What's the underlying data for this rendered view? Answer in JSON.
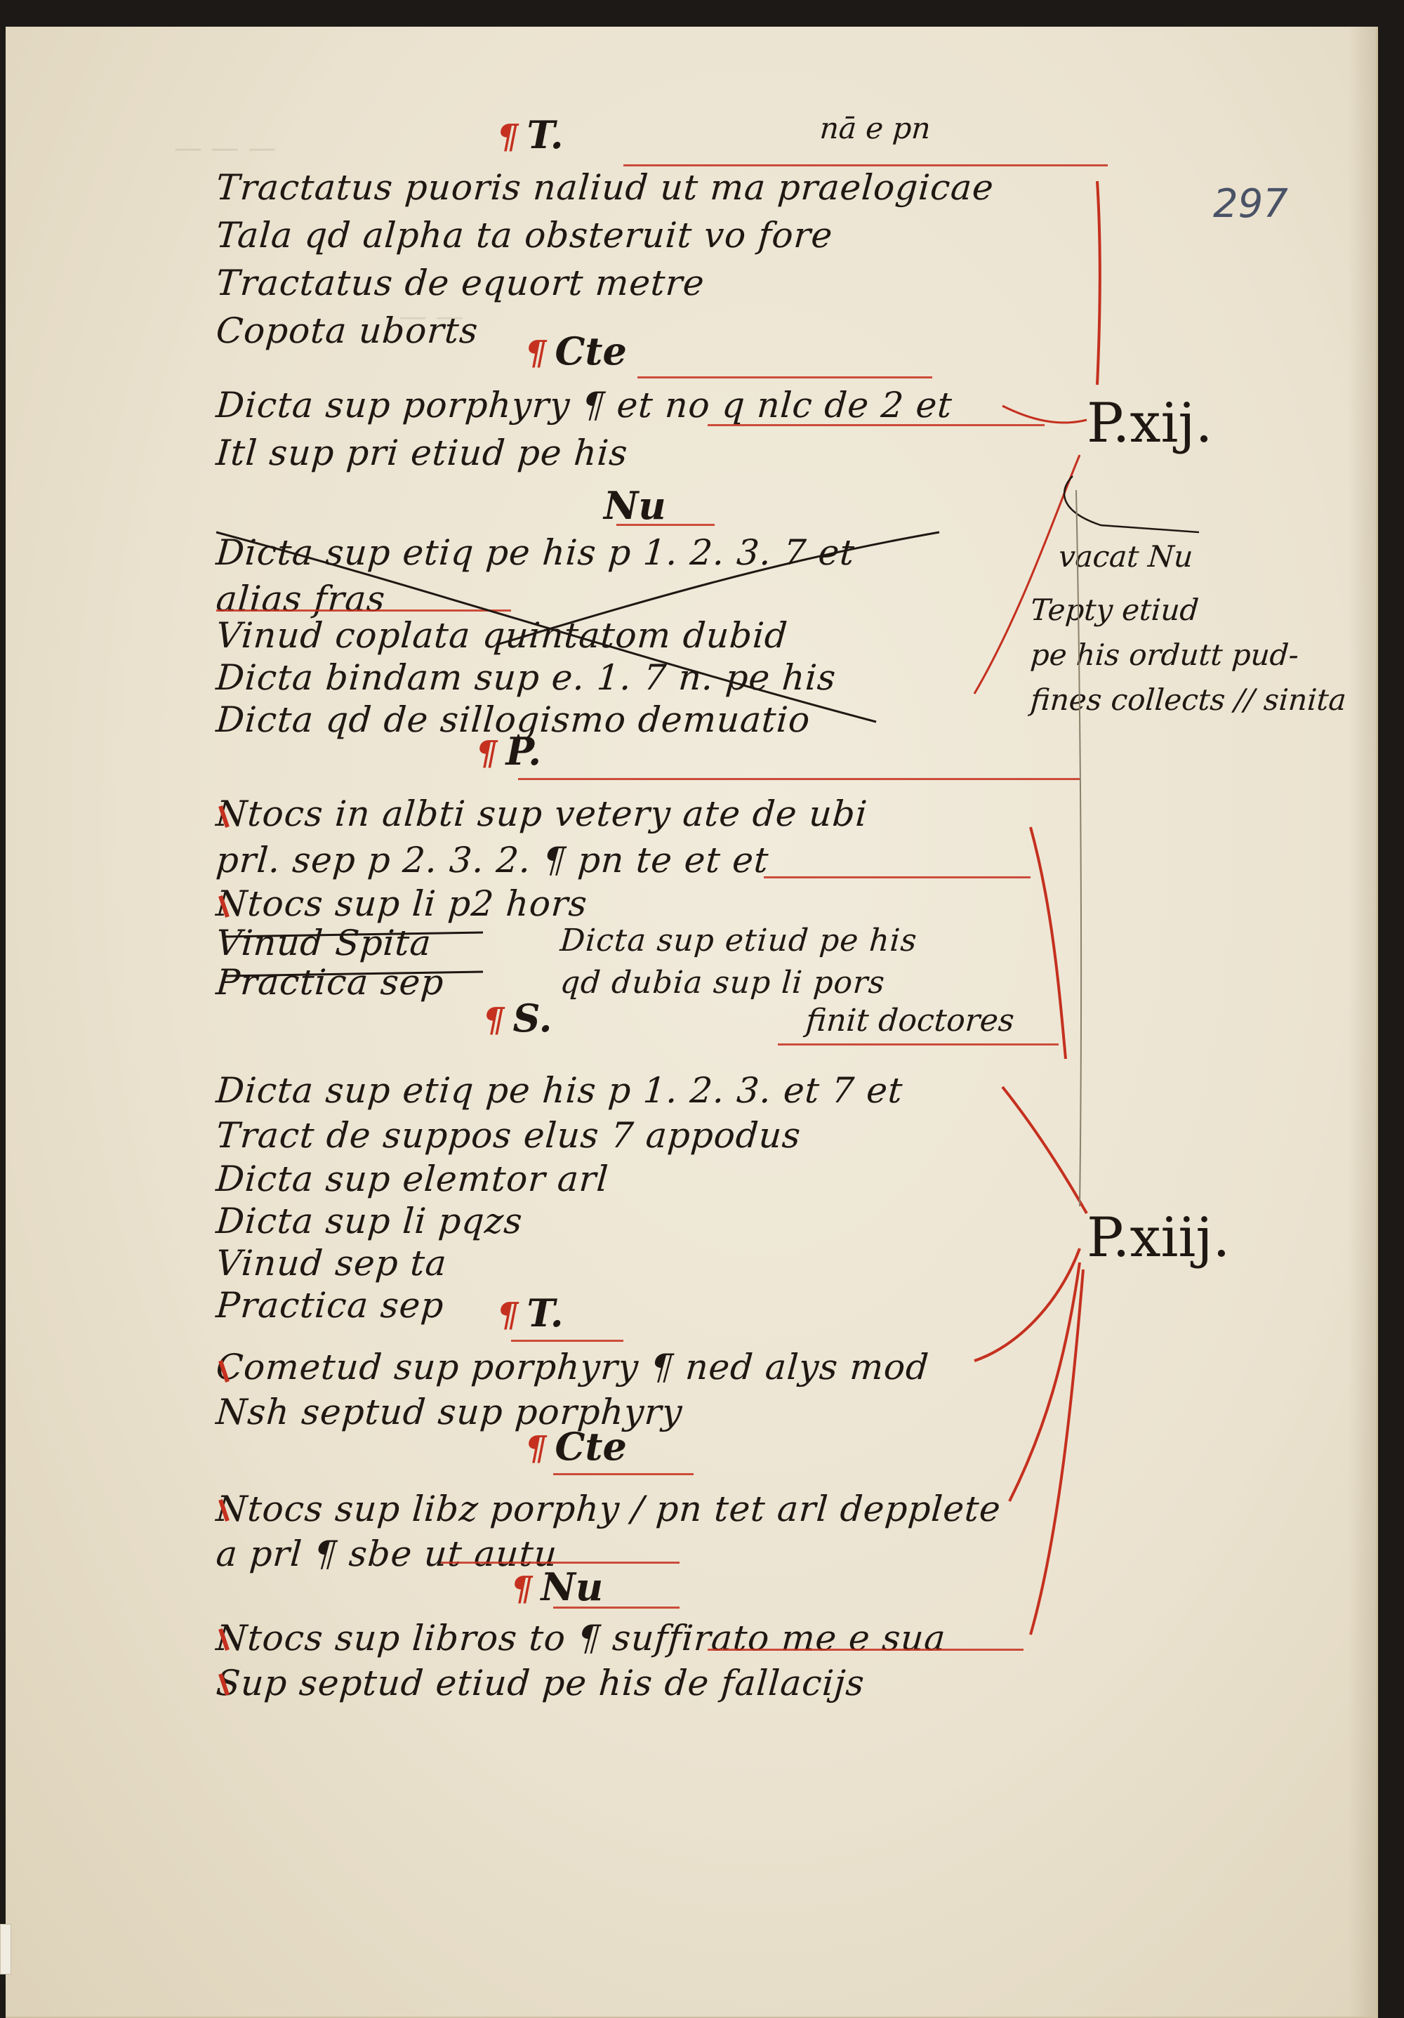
{
  "folio": "297",
  "sections": [
    {
      "id": "s1",
      "rubric": "T.",
      "mark": "¶"
    },
    {
      "id": "s2",
      "rubric": "Cte",
      "mark": "¶"
    },
    {
      "id": "s3",
      "rubric": "Nu",
      "mark": ""
    },
    {
      "id": "s4",
      "rubric": "P.",
      "mark": "¶"
    },
    {
      "id": "s5",
      "rubric": "S.",
      "mark": "¶"
    },
    {
      "id": "s6",
      "rubric": "T.",
      "mark": "¶"
    },
    {
      "id": "s7",
      "rubric": "Cte",
      "mark": "¶"
    },
    {
      "id": "s8",
      "rubric": "Nu",
      "mark": "¶"
    }
  ],
  "header_note": "nā e pn",
  "lines": [
    "Tractatus puoris naliud ut ma praelogicae",
    "Tala qd alpha ta obsteruit vo fore",
    "Tractatus de equort metre",
    "Copota uborts",
    "Dicta sup porphyry ¶ et no q nlc de 2 et",
    "Itl sup pri etiud pe his",
    "Dicta sup etiq pe his p 1. 2. 3. 7 et",
    "alias fras",
    "Vinud coplata quintatom dubid",
    "Dicta bindam sup e. 1. 7 n. pe his",
    "Dicta qd de sillogismo demuatio",
    "Ntocs in albti sup vetery ate de ubi",
    "prl. sep p 2. 3. 2. ¶ pn te et et",
    "Ntocs sup li p2 hors",
    "Vinud Spita",
    "Practica sep",
    "Dicta sup etiq pe his p 1. 2. 3. et 7 et",
    "Tract de suppos elus 7 appodus",
    "Dicta sup elemtor arl",
    "Dicta sup li pqzs",
    "Vinud sep ta",
    "Practica sep",
    "Cometud sup porphyry ¶ ned alys mod",
    "Nsh septud sup porphyry",
    "Ntocs sup libz porphy / pn tet arl depplete",
    "a prl ¶ sbe ut autu",
    "Ntocs sup libros to ¶ suffirato me e sua",
    "Sup septud etiud pe his de fallacijs"
  ],
  "right_col_lines": [
    "Dicta sup etiud pe his",
    "qd dubia sup li pors"
  ],
  "s5_note": "finit doctores",
  "margin_notes": {
    "group1": "P.xij.",
    "group2": "P.xiij.",
    "vacat_label": "vacat Nu",
    "vacat_lines": [
      "Tepty etiud",
      "pe his ordutt pud-",
      "fines collects // sinita"
    ]
  },
  "colors": {
    "ink": "#1f1712",
    "rubric_red": "#c5301f",
    "parchment": "#ebe3d0",
    "folio_ink": "#4a5266"
  }
}
